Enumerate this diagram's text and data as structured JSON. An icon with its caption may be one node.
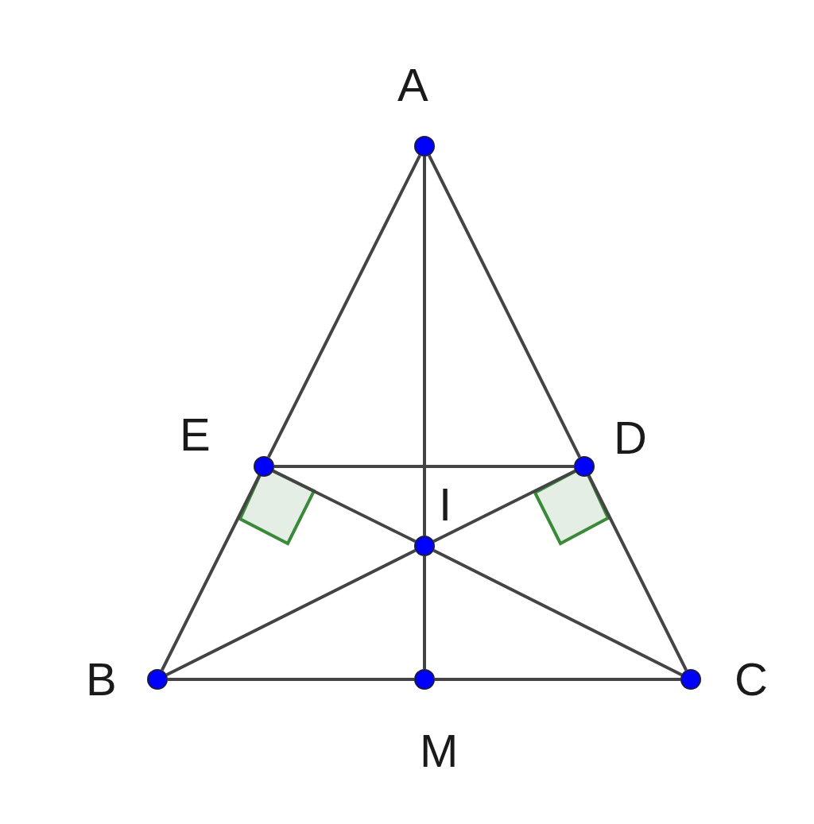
{
  "diagram": {
    "nodes": [
      {
        "text": [
          "A"
        ]
      },
      {
        "text": [
          "E"
        ]
      },
      {
        "text": [
          "D"
        ]
      },
      {
        "text": [
          "I"
        ]
      },
      {
        "text": [
          "B"
        ]
      },
      {
        "text": [
          "M"
        ]
      },
      {
        "text": [
          "C"
        ]
      }
    ],
    "edges": [
      {
        "from": 0,
        "to": 1,
        "arrow": "none"
      },
      {
        "from": 1,
        "to": 4,
        "arrow": "none"
      },
      {
        "from": 0,
        "to": 2,
        "arrow": "none"
      },
      {
        "from": 2,
        "to": 6,
        "arrow": "none"
      },
      {
        "from": 0,
        "to": 3,
        "arrow": "none"
      },
      {
        "from": 3,
        "to": 5,
        "arrow": "none"
      },
      {
        "from": 4,
        "to": 5,
        "arrow": "none"
      },
      {
        "from": 5,
        "to": 6,
        "arrow": "none"
      },
      {
        "from": 1,
        "to": 2,
        "arrow": "none"
      },
      {
        "from": 4,
        "to": 3,
        "arrow": "none"
      },
      {
        "from": 3,
        "to": 2,
        "arrow": "none"
      },
      {
        "from": 6,
        "to": 3,
        "arrow": "none"
      },
      {
        "from": 3,
        "to": 1,
        "arrow": "none"
      }
    ]
  }
}
